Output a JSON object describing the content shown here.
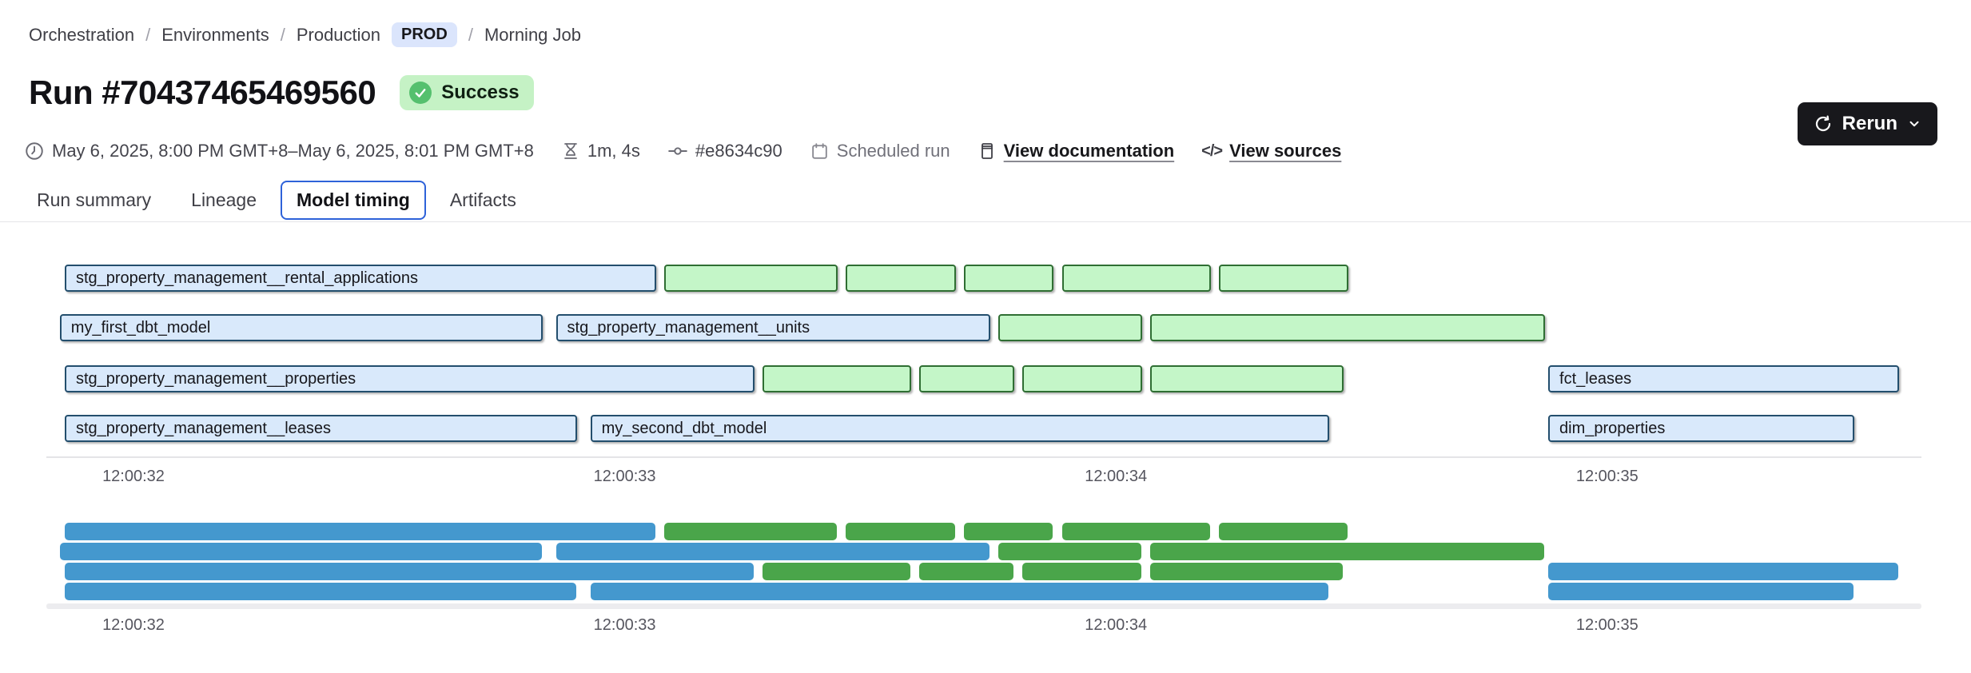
{
  "colors": {
    "accent_blue": "#2e62d9",
    "prod_bg": "#dbe5fc",
    "success_bg": "#c5f2c5",
    "success_dot": "#55c06e",
    "rerun_bg": "#18181c",
    "bar_blue_fill": "#d9e9fb",
    "bar_blue_border": "#234e6d",
    "bar_green_fill": "#c4f6c8",
    "bar_green_border": "#2f6e33",
    "mini_blue": "#4498ce",
    "mini_green": "#4aa54a"
  },
  "breadcrumb": {
    "separator": "/",
    "links": [
      "Orchestration",
      "Environments",
      "Production"
    ],
    "env_badge": "PROD",
    "current": "Morning Job"
  },
  "header": {
    "title": "Run #70437465469560",
    "status": "Success",
    "rerun_label": "Rerun"
  },
  "meta": {
    "date_range": "May 6, 2025, 8:00 PM GMT+8–May 6, 2025, 8:01 PM GMT+8",
    "duration": "1m, 4s",
    "commit": "#e8634c90",
    "trigger": "Scheduled run",
    "doc_link": "View documentation",
    "sources_link": "View sources",
    "code_glyph": "</>"
  },
  "tabs": [
    {
      "label": "Run summary",
      "active": false
    },
    {
      "label": "Lineage",
      "active": false
    },
    {
      "label": "Model timing",
      "active": true
    },
    {
      "label": "Artifacts",
      "active": false
    }
  ],
  "chart_data": {
    "type": "gantt",
    "legend": {
      "model_color_meaning": "model",
      "test_color_meaning": "test"
    },
    "axis_ticks": [
      {
        "t": 32,
        "label": "12:00:32"
      },
      {
        "t": 33,
        "label": "12:00:33"
      },
      {
        "t": 34,
        "label": "12:00:34"
      },
      {
        "t": 35,
        "label": "12:00:35"
      }
    ],
    "rows": [
      [
        {
          "label": "stg_property_management__rental_applications",
          "kind": "model",
          "start": 31.86,
          "end": 33.07
        },
        {
          "label": "",
          "kind": "test",
          "start": 33.08,
          "end": 33.44
        },
        {
          "label": "",
          "kind": "test",
          "start": 33.45,
          "end": 33.68
        },
        {
          "label": "",
          "kind": "test",
          "start": 33.69,
          "end": 33.88
        },
        {
          "label": "",
          "kind": "test",
          "start": 33.89,
          "end": 34.2
        },
        {
          "label": "",
          "kind": "test",
          "start": 34.21,
          "end": 34.48
        }
      ],
      [
        {
          "label": "my_first_dbt_model",
          "kind": "model",
          "start": 31.85,
          "end": 32.84
        },
        {
          "label": "stg_property_management__units",
          "kind": "model",
          "start": 32.86,
          "end": 33.75
        },
        {
          "label": "",
          "kind": "test",
          "start": 33.76,
          "end": 34.06
        },
        {
          "label": "",
          "kind": "test",
          "start": 34.07,
          "end": 34.88
        }
      ],
      [
        {
          "label": "stg_property_management__properties",
          "kind": "model",
          "start": 31.86,
          "end": 33.27
        },
        {
          "label": "",
          "kind": "test",
          "start": 33.28,
          "end": 33.59
        },
        {
          "label": "",
          "kind": "test",
          "start": 33.6,
          "end": 33.8
        },
        {
          "label": "",
          "kind": "test",
          "start": 33.81,
          "end": 34.06
        },
        {
          "label": "",
          "kind": "test",
          "start": 34.07,
          "end": 34.47
        },
        {
          "label": "fct_leases",
          "kind": "model",
          "start": 34.88,
          "end": 35.6
        }
      ],
      [
        {
          "label": "stg_property_management__leases",
          "kind": "model",
          "start": 31.86,
          "end": 32.91
        },
        {
          "label": "my_second_dbt_model",
          "kind": "model",
          "start": 32.93,
          "end": 34.44
        },
        {
          "label": "dim_properties",
          "kind": "model",
          "start": 34.88,
          "end": 35.51
        }
      ]
    ]
  }
}
